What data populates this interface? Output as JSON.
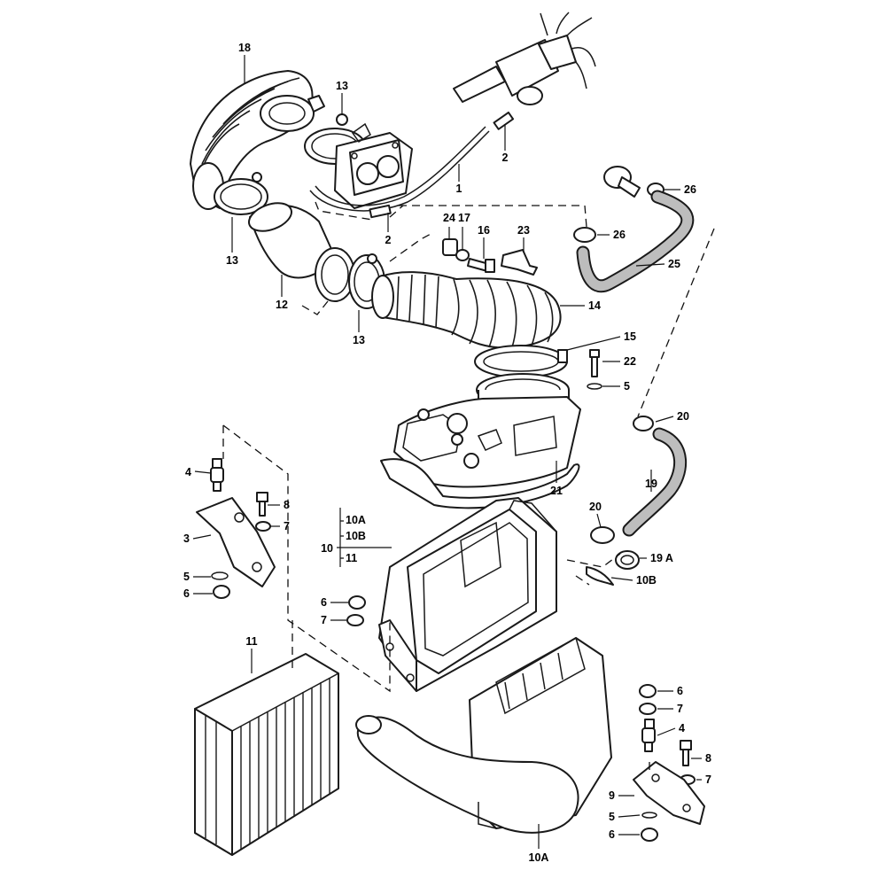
{
  "diagram": {
    "labels": {
      "l18": "18",
      "l13a": "13",
      "l13b": "13",
      "l13c": "13",
      "l12": "12",
      "l2a": "2",
      "l2b": "2",
      "l1": "1",
      "l26a": "26",
      "l26b": "26",
      "l25": "25",
      "l24": "24",
      "l17": "17",
      "l16": "16",
      "l23": "23",
      "l14": "14",
      "l15": "15",
      "l22": "22",
      "l5a": "5",
      "l20a": "20",
      "l21": "21",
      "l19": "19",
      "l20b": "20",
      "l19A": "19 A",
      "l10B2": "10B",
      "l4a": "4",
      "l8a": "8",
      "l7a": "7",
      "l3": "3",
      "l5b": "5",
      "l6a": "6",
      "l10": "10",
      "l10A": "10A",
      "l10B": "10B",
      "l11a": "11",
      "l6b": "6",
      "l7b": "7",
      "l11b": "11",
      "l6c": "6",
      "l7c": "7",
      "l4b": "4",
      "l8b": "8",
      "l9": "9",
      "l7d": "7",
      "l5c": "5",
      "l6d": "6",
      "l10A2": "10A"
    }
  }
}
